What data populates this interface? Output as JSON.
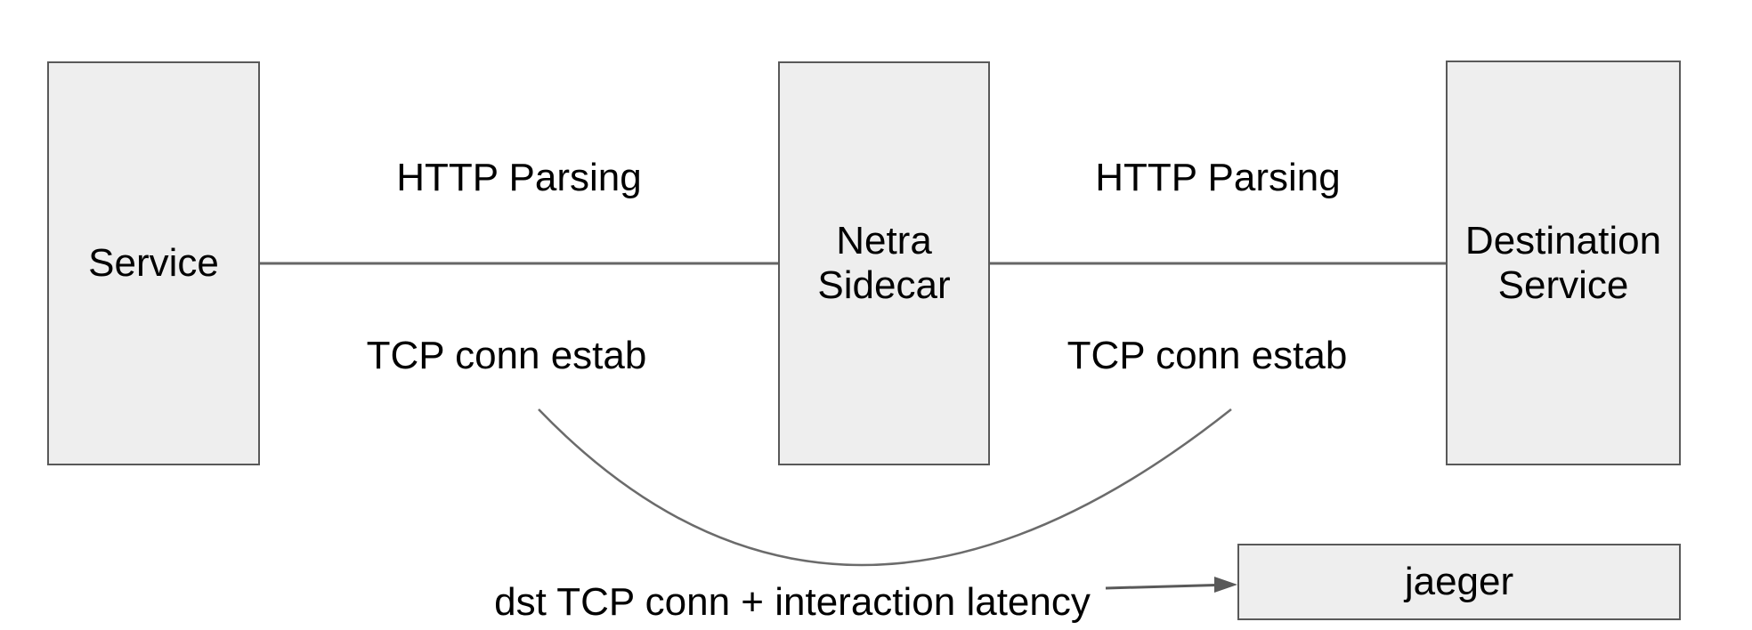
{
  "diagram": {
    "type": "architecture-flow",
    "nodes": {
      "service": {
        "label": "Service"
      },
      "netra": {
        "line1": "Netra",
        "line2": "Sidecar"
      },
      "destination": {
        "line1": "Destination",
        "line2": "Service"
      },
      "jaeger": {
        "label": "jaeger"
      }
    },
    "edge_labels": {
      "http_parsing_left": "HTTP Parsing",
      "tcp_estab_left": "TCP conn estab",
      "http_parsing_right": "HTTP Parsing",
      "tcp_estab_right": "TCP conn estab",
      "jaeger_flow": "dst TCP conn + interaction latency"
    },
    "colors": {
      "node_fill": "#eeeeee",
      "node_border": "#595959",
      "edge_stroke": "#666666",
      "text": "#000000",
      "background": "#ffffff"
    }
  }
}
